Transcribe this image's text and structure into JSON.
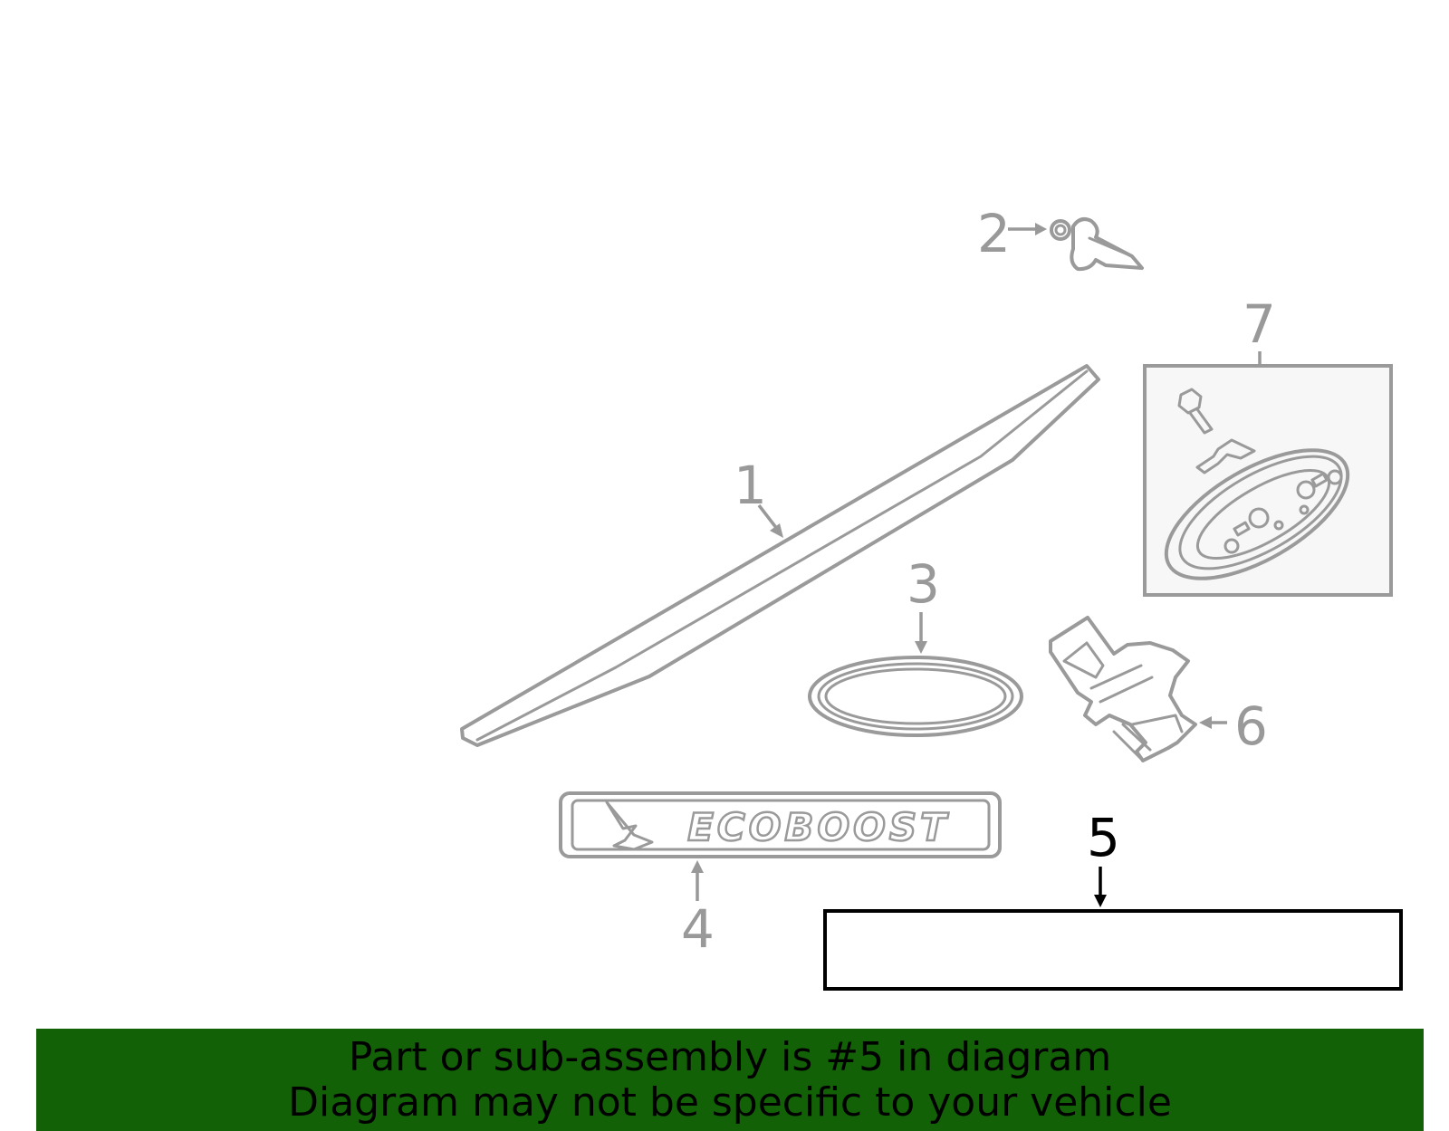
{
  "diagram": {
    "callouts": [
      {
        "id": "1",
        "label": "1"
      },
      {
        "id": "2",
        "label": "2"
      },
      {
        "id": "3",
        "label": "3"
      },
      {
        "id": "4",
        "label": "4"
      },
      {
        "id": "5",
        "label": "5",
        "highlighted": true
      },
      {
        "id": "6",
        "label": "6"
      },
      {
        "id": "7",
        "label": "7"
      }
    ],
    "emblem_text": "ECOBOOST",
    "colors": {
      "part_line": "#9a9a9a",
      "highlight": "#000000",
      "banner": "#136106"
    }
  },
  "banner": {
    "line1": "Part or sub-assembly is #5 in diagram",
    "line2": "Diagram may not be specific to your vehicle"
  }
}
